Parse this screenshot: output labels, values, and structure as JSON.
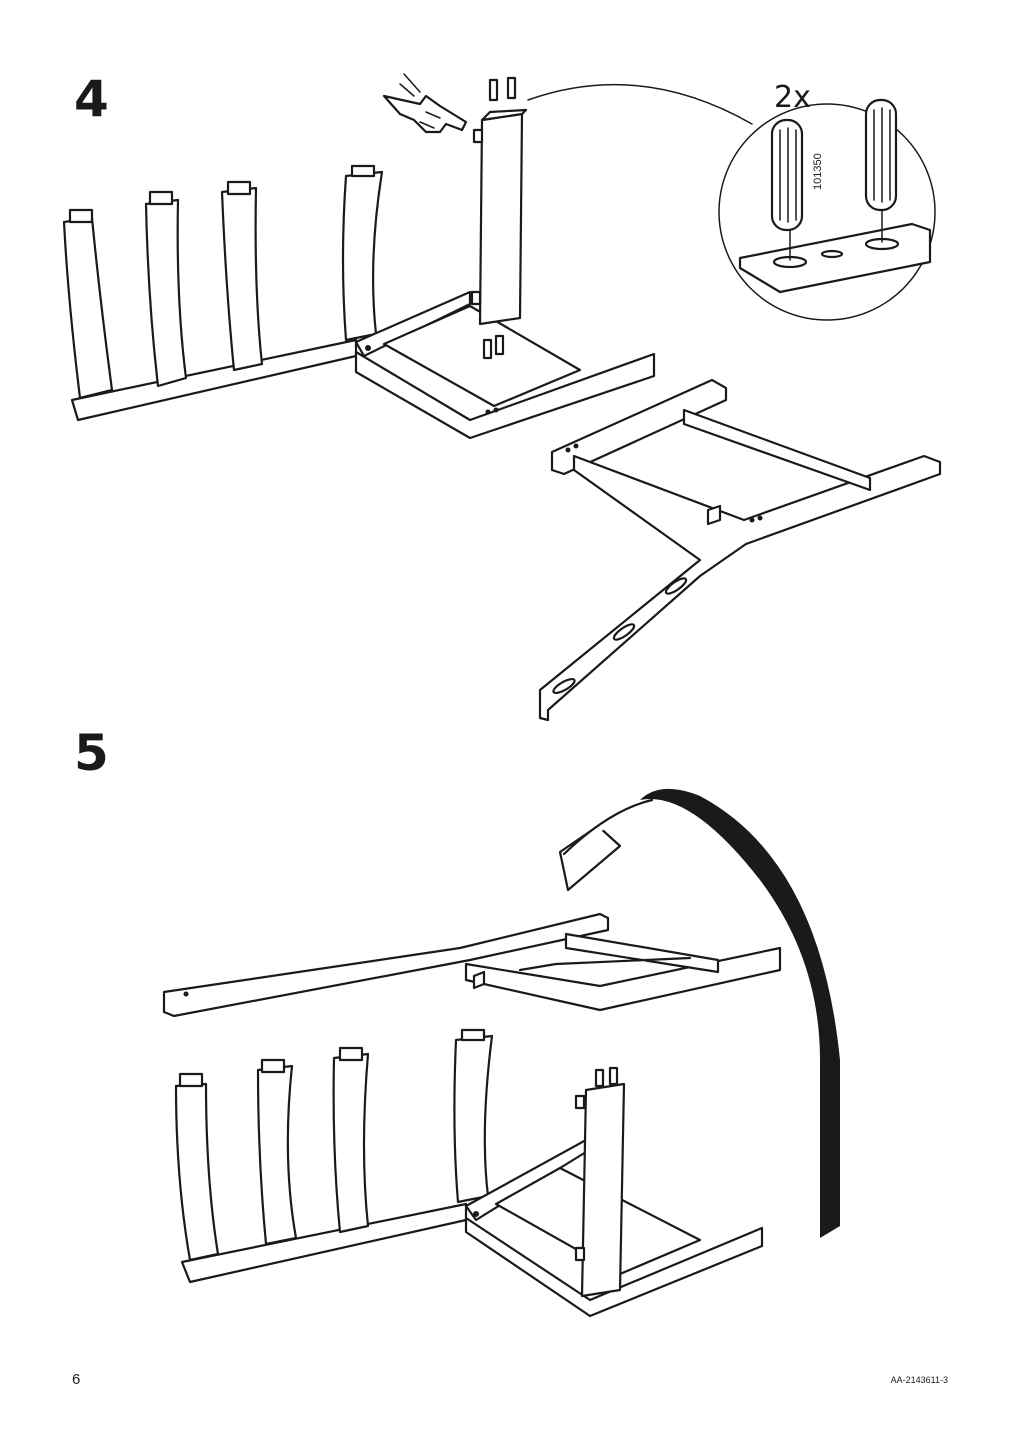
{
  "steps": [
    {
      "number": "4"
    },
    {
      "number": "5"
    }
  ],
  "detail": {
    "quantity": "2x",
    "article_number": "101350"
  },
  "footer": {
    "page_number": "6",
    "document_code": "AA-2143611-3"
  },
  "colors": {
    "ink": "#1a1a1a",
    "paper": "#ffffff"
  }
}
